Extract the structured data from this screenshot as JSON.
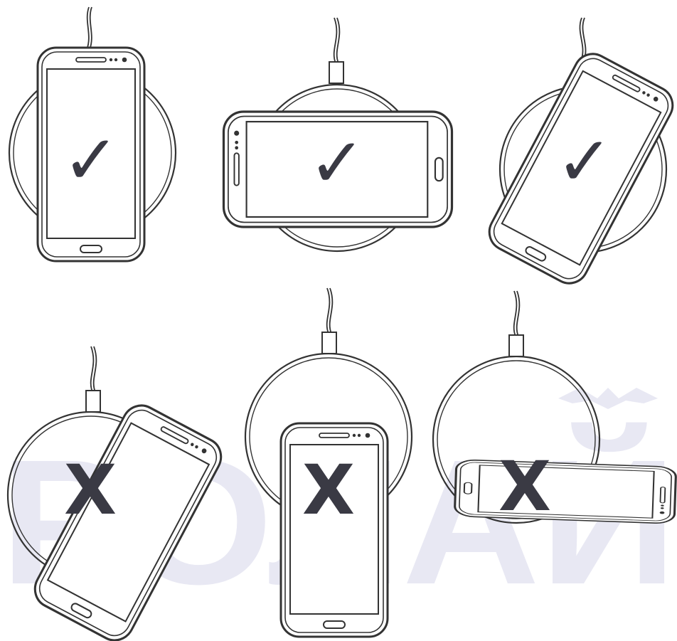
{
  "colors": {
    "background": "#ffffff",
    "outline": "#333333",
    "mark": "#3a3a44",
    "watermark": "#e8e8f3"
  },
  "watermark": {
    "text": "РОЛАЙ",
    "icon": "bat-icon"
  },
  "panels": [
    {
      "name": "vertical-centered",
      "mark": "✓",
      "mark_icon": "checkmark-icon",
      "correct": true
    },
    {
      "name": "horizontal-centered",
      "mark": "✓",
      "mark_icon": "checkmark-icon",
      "correct": true
    },
    {
      "name": "tilted-centered",
      "mark": "✓",
      "mark_icon": "checkmark-icon",
      "correct": true
    },
    {
      "name": "tilted-offset",
      "mark": "X",
      "mark_icon": "cross-icon",
      "correct": false
    },
    {
      "name": "vertical-offset-low",
      "mark": "X",
      "mark_icon": "cross-icon",
      "correct": false
    },
    {
      "name": "horizontal-offset-low",
      "mark": "X",
      "mark_icon": "cross-icon",
      "correct": false
    }
  ]
}
